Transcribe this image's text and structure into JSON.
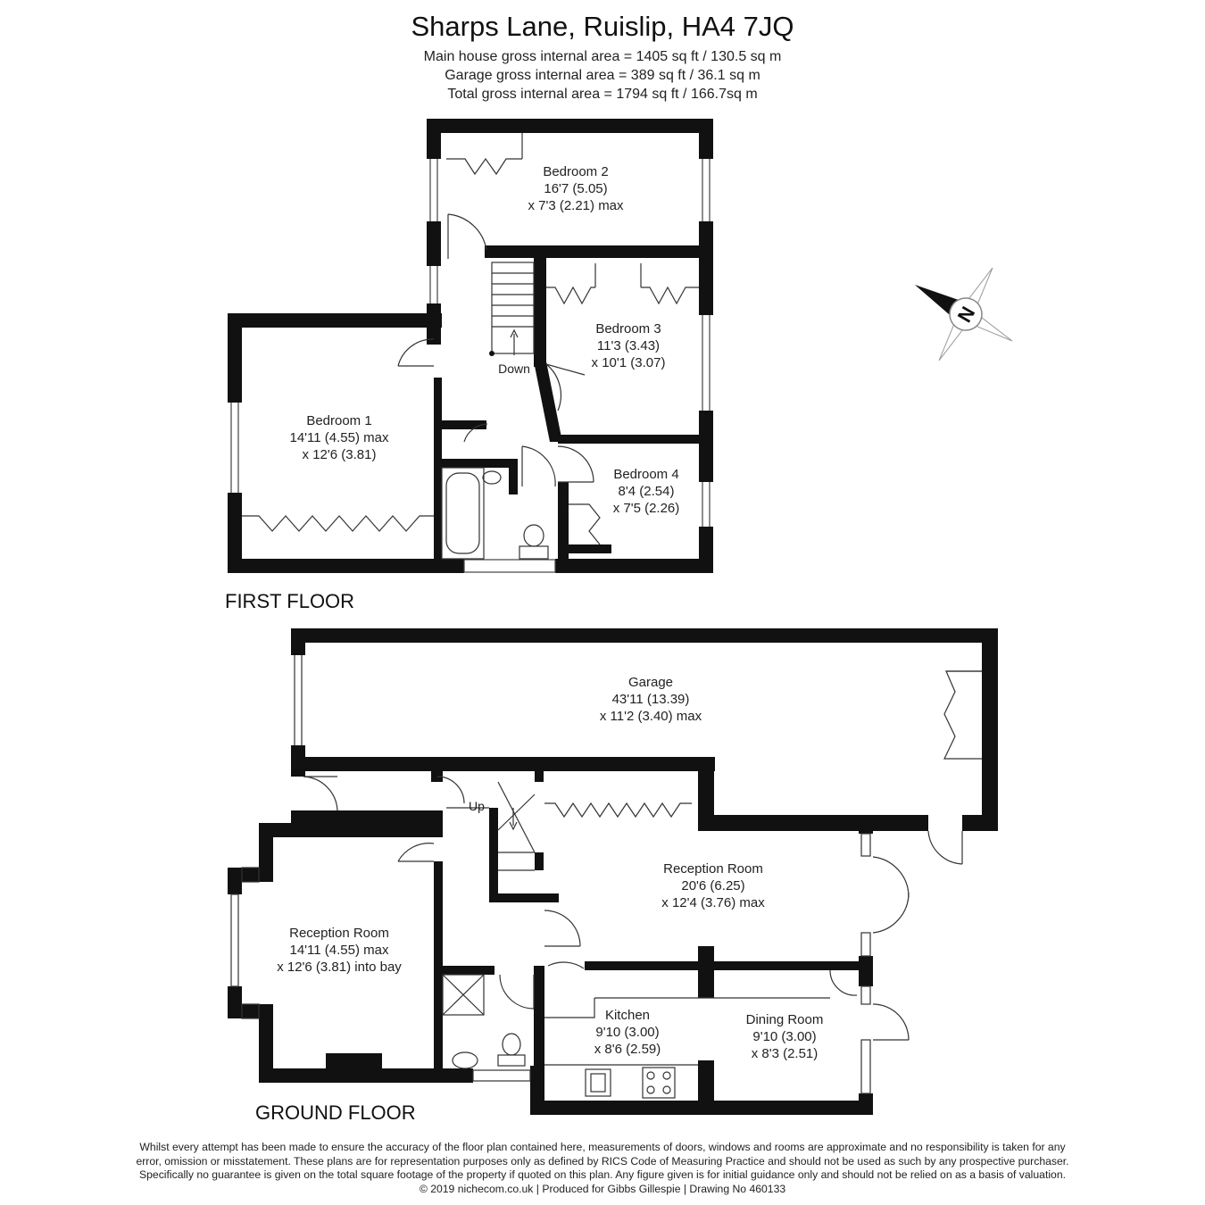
{
  "header": {
    "title": "Sharps Lane, Ruislip, HA4 7JQ",
    "areas": [
      "Main house gross internal area =  1405 sq ft / 130.5 sq m",
      "Garage gross internal area = 389 sq ft / 36.1 sq m",
      "Total gross internal area =  1794 sq ft / 166.7sq m"
    ]
  },
  "compass": {
    "label": "N",
    "icon": "north-arrow-icon"
  },
  "first_floor": {
    "label": "FIRST FLOOR",
    "stairs_label": "Down",
    "rooms": {
      "bedroom2": [
        "Bedroom 2",
        "16'7 (5.05)",
        "x 7'3 (2.21) max"
      ],
      "bedroom3": [
        "Bedroom 3",
        "11'3 (3.43)",
        "x 10'1 (3.07)"
      ],
      "bedroom1": [
        "Bedroom 1",
        "14'11 (4.55) max",
        "x 12'6 (3.81)"
      ],
      "bedroom4": [
        "Bedroom 4",
        "8'4 (2.54)",
        "x 7'5 (2.26)"
      ]
    }
  },
  "ground_floor": {
    "label": "GROUND FLOOR",
    "stairs_label": "Up",
    "rooms": {
      "garage": [
        "Garage",
        "43'11 (13.39)",
        "x 11'2 (3.40) max"
      ],
      "reception_front": [
        "Reception Room",
        "14'11 (4.55) max",
        "x 12'6 (3.81) into bay"
      ],
      "reception_rear": [
        "Reception Room",
        "20'6 (6.25)",
        "x 12'4 (3.76) max"
      ],
      "kitchen": [
        "Kitchen",
        "9'10 (3.00)",
        "x 8'6 (2.59)"
      ],
      "dining": [
        "Dining Room",
        "9'10 (3.00)",
        "x 8'3 (2.51)"
      ]
    }
  },
  "disclaimer": [
    "Whilst every attempt has been made to ensure the accuracy of the floor plan contained here, measurements of doors, windows and rooms are approximate and no responsibility is taken for any",
    "error, omission or misstatement. These plans are for representation purposes only as defined by RICS Code of Measuring Practice and should not be used as such by any prospective purchaser.",
    "Specifically no guarantee is given on the total square footage of the property if quoted on this plan. Any figure given is for initial guidance only and should not be relied on as a basis of valuation.",
    "© 2019 nichecom.co.uk  |  Produced for Gibbs Gillespie  |  Drawing No 460133"
  ]
}
